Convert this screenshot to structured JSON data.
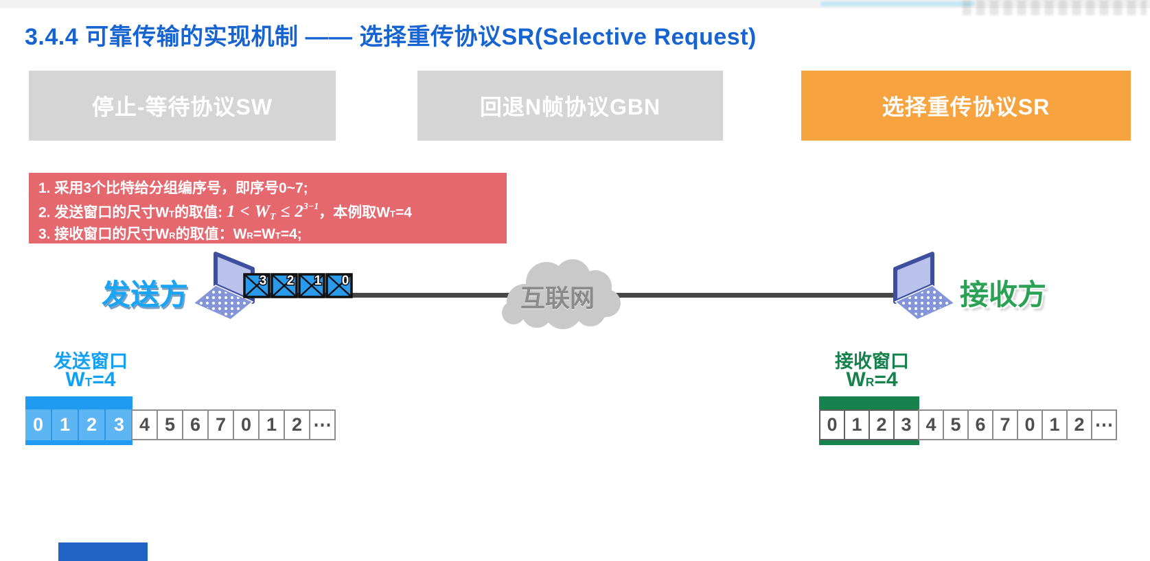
{
  "title": "3.4.4 可靠传输的实现机制 —— 选择重传协议SR(Selective Request)",
  "tabs": {
    "sw": "停止-等待协议SW",
    "gbn": "回退N帧协议GBN",
    "sr": "选择重传协议SR"
  },
  "notes": {
    "line1": "1. 采用3个比特给分组编序号，即序号0~7;",
    "line2_pre": "2. 发送窗口的尺寸W",
    "line2_sub": "T",
    "line2_mid": "的取值: ",
    "f_1": "1",
    "f_lt": "<",
    "f_W": "W",
    "f_Wsub": "T",
    "f_le": "≤",
    "f_2": "2",
    "f_exp": "3−1",
    "line2_post1": "，本例取W",
    "line2_post_sub": "T",
    "line2_post2": "=4",
    "line3_pre": "3. 接收窗口的尺寸W",
    "line3_sub1": "R",
    "line3_mid": "的取值：W",
    "line3_sub2": "R",
    "line3_eq": "=W",
    "line3_sub3": "T",
    "line3_end": "=4;"
  },
  "diagram": {
    "sender_label": "发送方",
    "receiver_label": "接收方",
    "cloud_label": "互联网",
    "packets": [
      "3",
      "2",
      "1",
      "0"
    ]
  },
  "sender_window": {
    "title": "发送窗口",
    "w": "W",
    "w_sub": "T",
    "w_eq": "=4",
    "window_cells": [
      "0",
      "1",
      "2",
      "3"
    ],
    "cells": [
      "4",
      "5",
      "6",
      "7",
      "0",
      "1",
      "2",
      "⋯"
    ]
  },
  "receiver_window": {
    "title": "接收窗口",
    "w": "W",
    "w_sub": "R",
    "w_eq": "=4",
    "window_cells": [
      "0",
      "1",
      "2",
      "3"
    ],
    "cells": [
      "4",
      "5",
      "6",
      "7",
      "0",
      "1",
      "2",
      "⋯"
    ]
  },
  "colors": {
    "title_blue": "#1663d2",
    "tab_gray": "#d5d5d5",
    "tab_orange": "#f6a340",
    "note_red": "#e5686f",
    "window_blue": "#1f9cf2",
    "window_blue_light": "#5db5f3",
    "window_green": "#17824e",
    "packet_blue": "#2a9aec",
    "line_gray": "#474747"
  }
}
